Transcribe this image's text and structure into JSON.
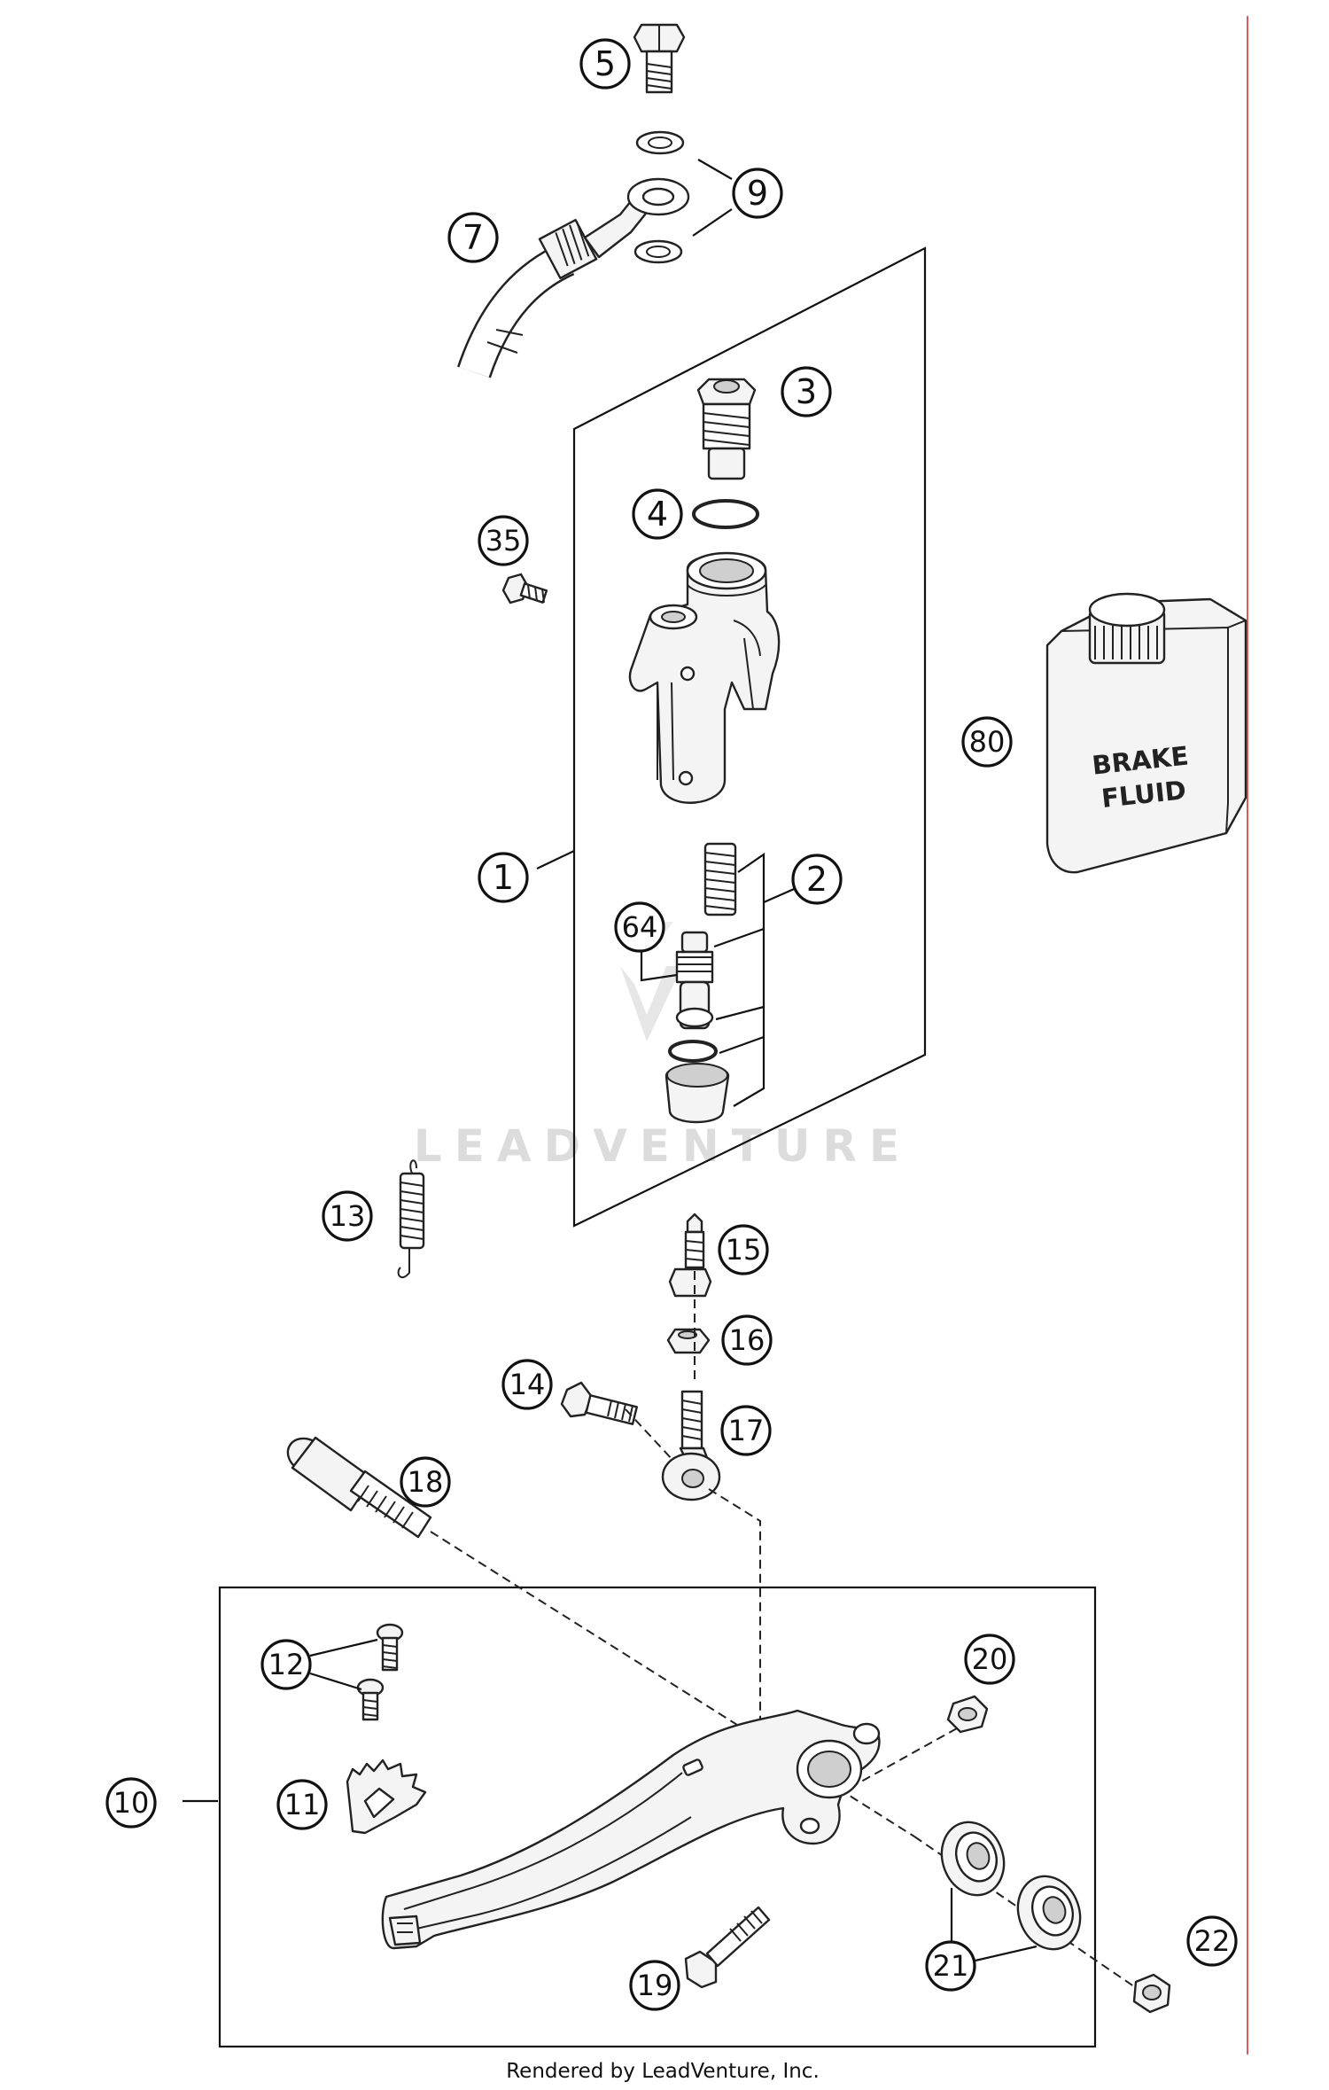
{
  "diagram": {
    "callouts": [
      {
        "id": "5",
        "label": "5"
      },
      {
        "id": "9",
        "label": "9"
      },
      {
        "id": "7",
        "label": "7"
      },
      {
        "id": "3",
        "label": "3"
      },
      {
        "id": "4",
        "label": "4"
      },
      {
        "id": "35",
        "label": "35"
      },
      {
        "id": "80",
        "label": "80"
      },
      {
        "id": "1",
        "label": "1"
      },
      {
        "id": "2",
        "label": "2"
      },
      {
        "id": "64",
        "label": "64"
      },
      {
        "id": "13",
        "label": "13"
      },
      {
        "id": "15",
        "label": "15"
      },
      {
        "id": "16",
        "label": "16"
      },
      {
        "id": "14",
        "label": "14"
      },
      {
        "id": "17",
        "label": "17"
      },
      {
        "id": "18",
        "label": "18"
      },
      {
        "id": "20",
        "label": "20"
      },
      {
        "id": "12",
        "label": "12"
      },
      {
        "id": "10",
        "label": "10"
      },
      {
        "id": "11",
        "label": "11"
      },
      {
        "id": "22",
        "label": "22"
      },
      {
        "id": "21",
        "label": "21"
      },
      {
        "id": "19",
        "label": "19"
      }
    ],
    "brake_fluid_label_line1": "BRAKE",
    "brake_fluid_label_line2": "FLUID",
    "watermark": "LEADVENTURE",
    "footer": "Rendered by LeadVenture, Inc.",
    "colors": {
      "ink": "#111111",
      "margin_line": "#e25a5a",
      "watermark": "#dcdcdc"
    }
  }
}
